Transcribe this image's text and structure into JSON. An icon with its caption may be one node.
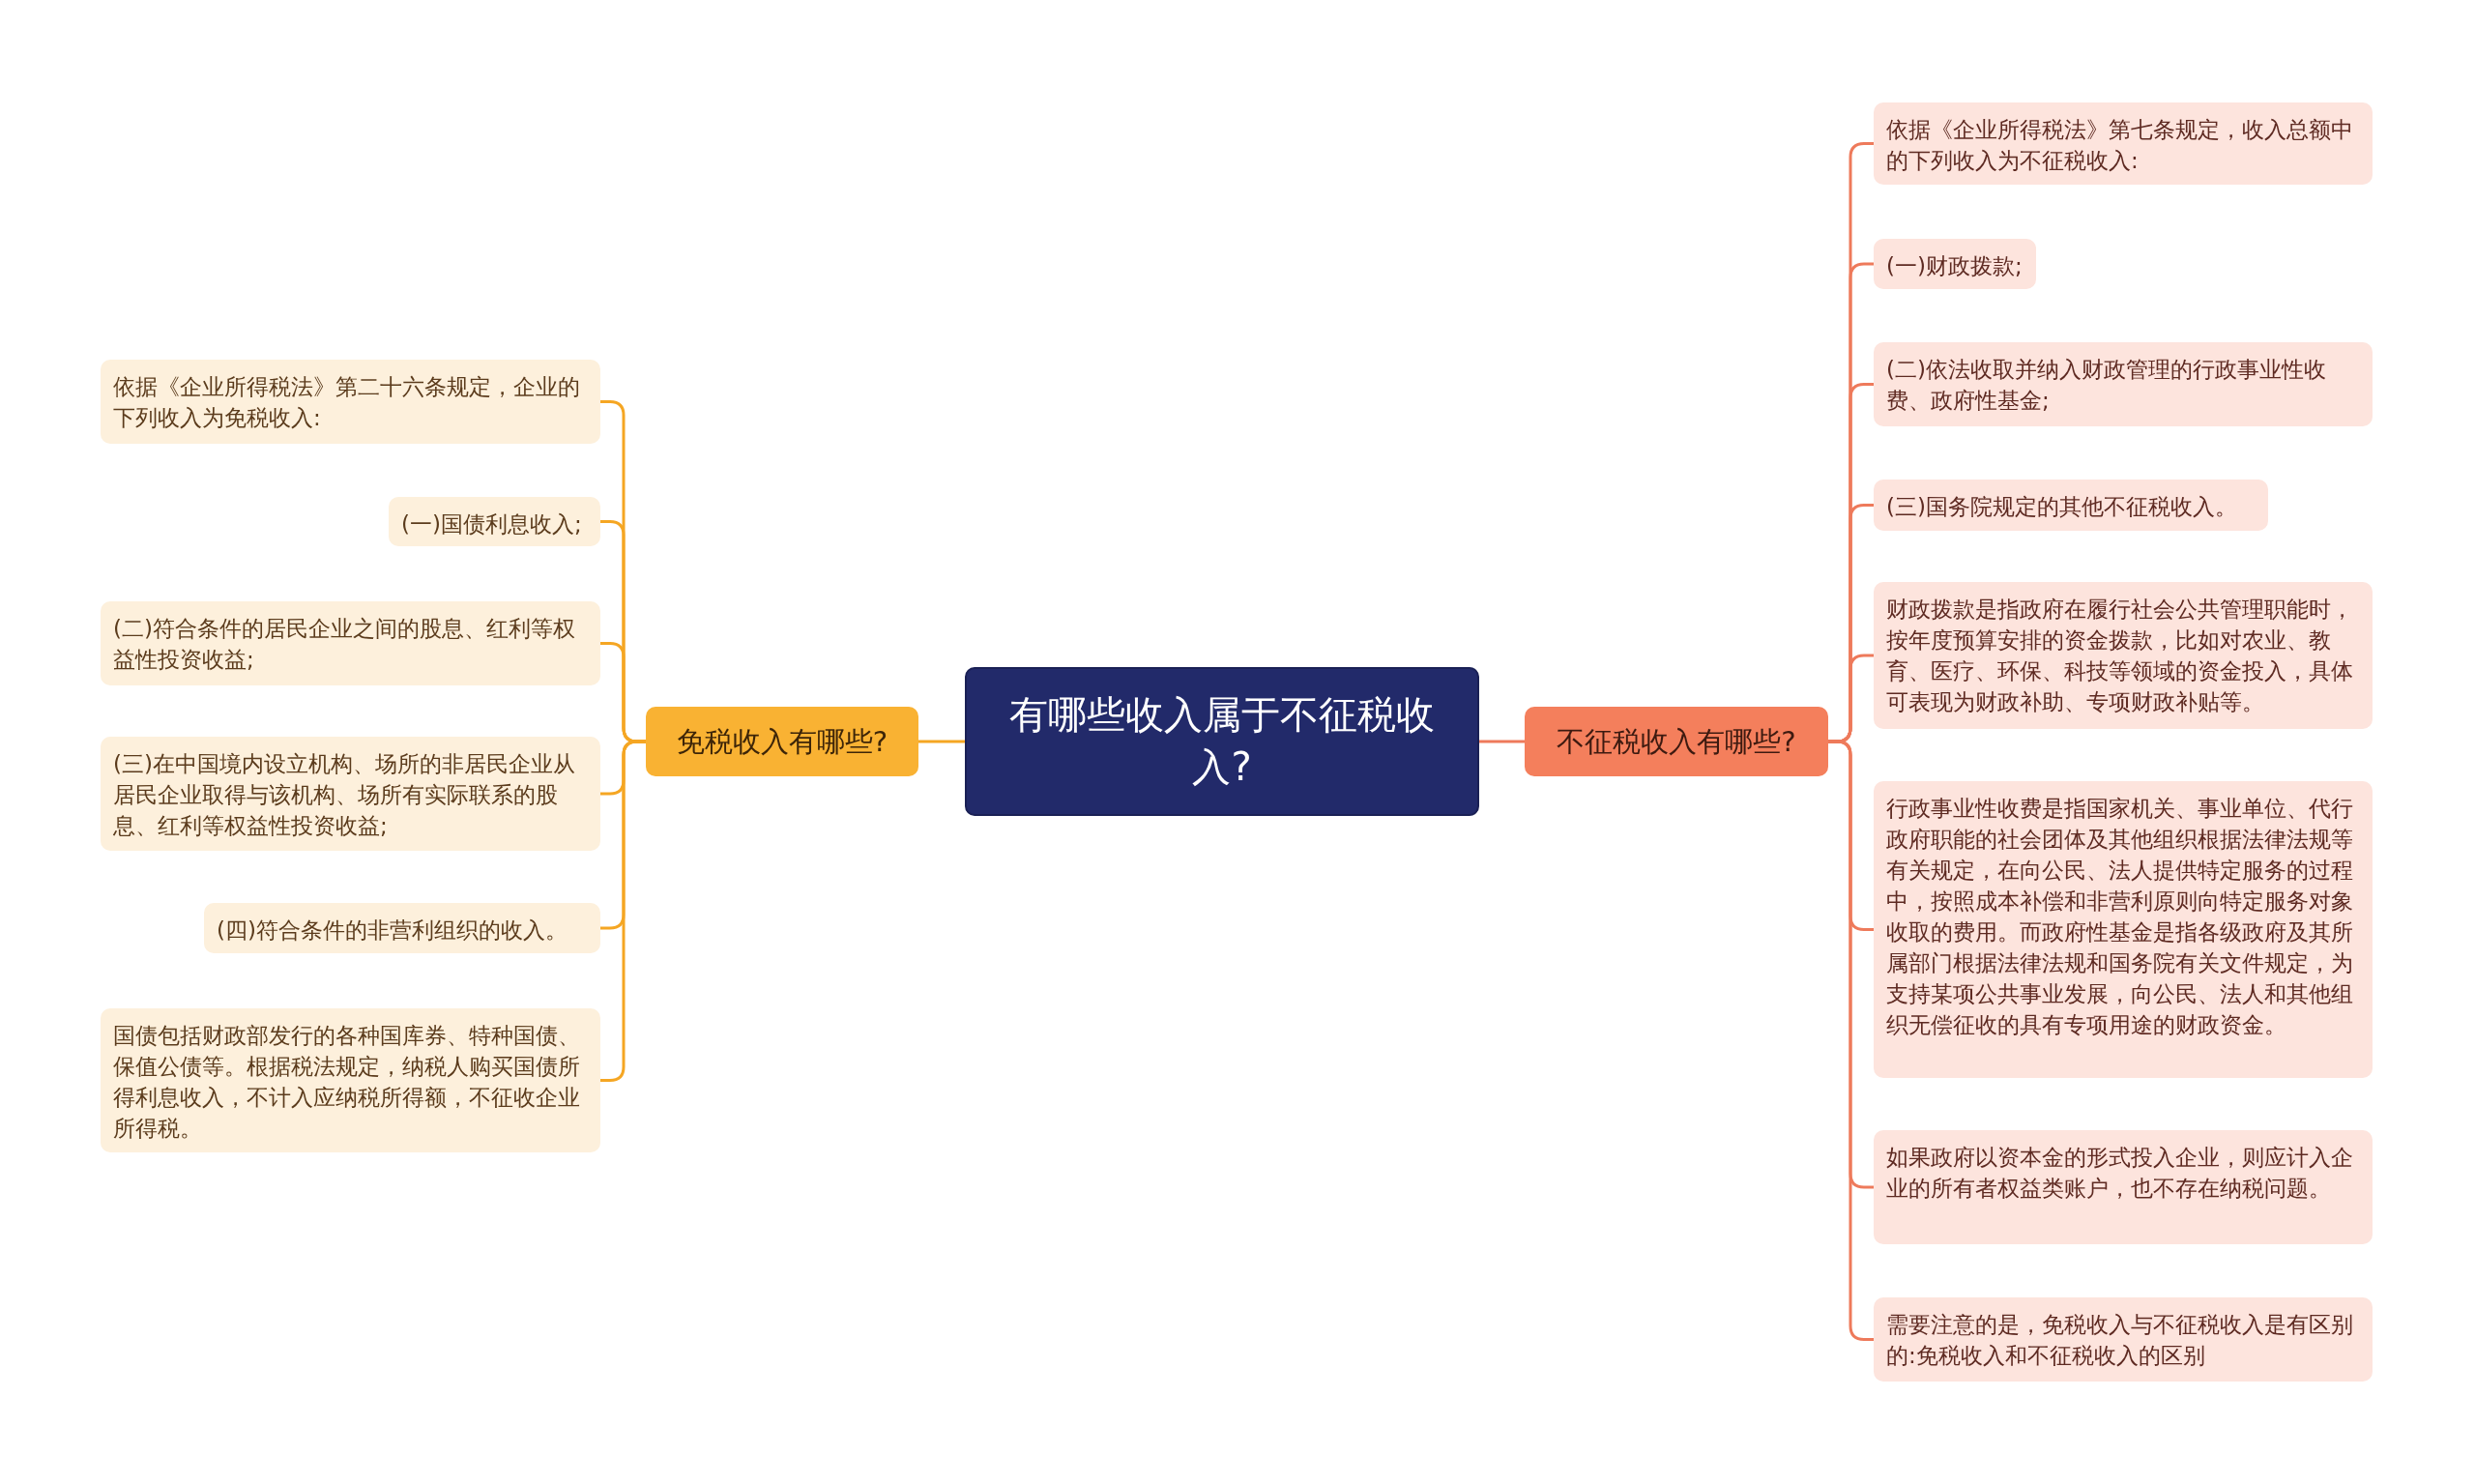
{
  "diagram": {
    "nodes": [
      {
        "text": [
          "有哪些收入属于不征税收入?"
        ]
      },
      {
        "text": [
          "免税收入有哪些?"
        ]
      },
      {
        "text": [
          "依据《企业所得税法》第二十六条规定，企业的下列收入为免税收入:"
        ]
      },
      {
        "text": [
          "(一)国债利息收入;"
        ]
      },
      {
        "text": [
          "(二)符合条件的居民企业之间的股息、红利等权益性投资收益;"
        ]
      },
      {
        "text": [
          "(三)在中国境内设立机构、场所的非居民企业从居民企业取得与该机构、场所有实际联系的股息、红利等权益性投资收益;"
        ]
      },
      {
        "text": [
          "(四)符合条件的非营利组织的收入。"
        ]
      },
      {
        "text": [
          "国债包括财政部发行的各种国库券、特种国债、保值公债等。根据税法规定，纳税人购买国债所得利息收入，不计入应纳税所得额，不征收企业所得税。"
        ]
      },
      {
        "text": [
          "不征税收入有哪些?"
        ]
      },
      {
        "text": [
          "依据《企业所得税法》第七条规定，收入总额中的下列收入为不征税收入:"
        ]
      },
      {
        "text": [
          "(一)财政拨款;"
        ]
      },
      {
        "text": [
          "(二)依法收取并纳入财政管理的行政事业性收费、政府性基金;"
        ]
      },
      {
        "text": [
          "(三)国务院规定的其他不征税收入。"
        ]
      },
      {
        "text": [
          "财政拨款是指政府在履行社会公共管理职能时，按年度预算安排的资金拨款，比如对农业、教育、医疗、环保、科技等领域的资金投入，具体可表现为财政补助、专项财政补贴等。"
        ]
      },
      {
        "text": [
          "行政事业性收费是指国家机关、事业单位、代行政府职能的社会团体及其他组织根据法律法规等有关规定，在向公民、法人提供特定服务的过程中，按照成本补偿和非营利原则向特定服务对象收取的费用。而政府性基金是指各级政府及其所属部门根据法律法规和国务院有关文件规定，为支持某项公共事业发展，向公民、法人和其他组织无偿征收的具有专项用途的财政资金。"
        ]
      },
      {
        "text": [
          "如果政府以资本金的形式投入企业，则应计入企业的所有者权益类账户，也不存在纳税问题。"
        ]
      },
      {
        "text": [
          "需要注意的是，免税收入与不征税收入是有区别的:免税收入和不征税收入的区别"
        ]
      }
    ],
    "edges": [
      {
        "from": 0,
        "to": 1,
        "arrow": "none",
        "color": "#f5a623"
      },
      {
        "from": 1,
        "to": 2,
        "arrow": "none",
        "color": "#f5a623"
      },
      {
        "from": 1,
        "to": 3,
        "arrow": "none",
        "color": "#f5a623"
      },
      {
        "from": 1,
        "to": 4,
        "arrow": "none",
        "color": "#f5a623"
      },
      {
        "from": 1,
        "to": 5,
        "arrow": "none",
        "color": "#f5a623"
      },
      {
        "from": 1,
        "to": 6,
        "arrow": "none",
        "color": "#f5a623"
      },
      {
        "from": 1,
        "to": 7,
        "arrow": "none",
        "color": "#f5a623"
      },
      {
        "from": 0,
        "to": 8,
        "arrow": "none",
        "color": "#ee7a5b"
      },
      {
        "from": 8,
        "to": 9,
        "arrow": "none",
        "color": "#ee7a5b"
      },
      {
        "from": 8,
        "to": 10,
        "arrow": "none",
        "color": "#ee7a5b"
      },
      {
        "from": 8,
        "to": 11,
        "arrow": "none",
        "color": "#ee7a5b"
      },
      {
        "from": 8,
        "to": 12,
        "arrow": "none",
        "color": "#ee7a5b"
      },
      {
        "from": 8,
        "to": 13,
        "arrow": "none",
        "color": "#ee7a5b"
      },
      {
        "from": 8,
        "to": 14,
        "arrow": "none",
        "color": "#ee7a5b"
      },
      {
        "from": 8,
        "to": 15,
        "arrow": "none",
        "color": "#ee7a5b"
      },
      {
        "from": 8,
        "to": 16,
        "arrow": "none",
        "color": "#ee7a5b"
      }
    ]
  }
}
